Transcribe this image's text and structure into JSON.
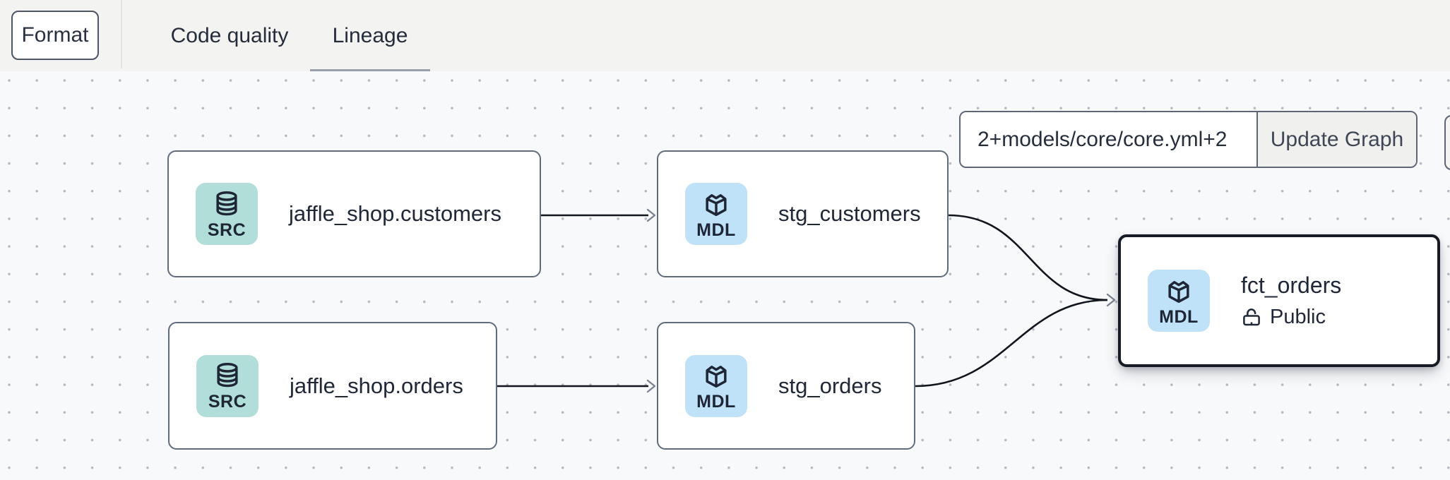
{
  "header": {
    "format_label": "Format",
    "tabs": [
      {
        "label": "Code quality",
        "active": false
      },
      {
        "label": "Lineage",
        "active": true
      }
    ]
  },
  "lineage_toolbar": {
    "selector_value": "2+models/core/core.yml+2",
    "update_graph_label": "Update Graph"
  },
  "graph": {
    "nodes": [
      {
        "label": "jaffle_shop.customers",
        "type_badge": "SRC",
        "kind": "source",
        "icon": "database-icon"
      },
      {
        "label": "stg_customers",
        "type_badge": "MDL",
        "kind": "model",
        "icon": "cube-icon"
      },
      {
        "label": "jaffle_shop.orders",
        "type_badge": "SRC",
        "kind": "source",
        "icon": "database-icon"
      },
      {
        "label": "stg_orders",
        "type_badge": "MDL",
        "kind": "model",
        "icon": "cube-icon"
      },
      {
        "label": "fct_orders",
        "type_badge": "MDL",
        "kind": "model",
        "icon": "cube-icon",
        "access_badge": "Public",
        "access_icon": "unlock-icon",
        "selected": true
      }
    ],
    "edges": [
      {
        "from": "jaffle_shop.customers",
        "to": "stg_customers"
      },
      {
        "from": "jaffle_shop.orders",
        "to": "stg_orders"
      },
      {
        "from": "stg_customers",
        "to": "fct_orders"
      },
      {
        "from": "stg_orders",
        "to": "fct_orders"
      }
    ],
    "colors": {
      "source_icon_bg": "#b2ded9",
      "model_icon_bg": "#c0e2f8",
      "node_border": "#606b7c",
      "selected_border": "#161b26",
      "edge": "#10151e",
      "arrowhead": "#7c8494",
      "canvas_bg": "#f8f9fb",
      "header_bg": "#f3f3f2",
      "grid_dot": "#b4b8c1",
      "tab_underline": "#99a0ab"
    }
  }
}
